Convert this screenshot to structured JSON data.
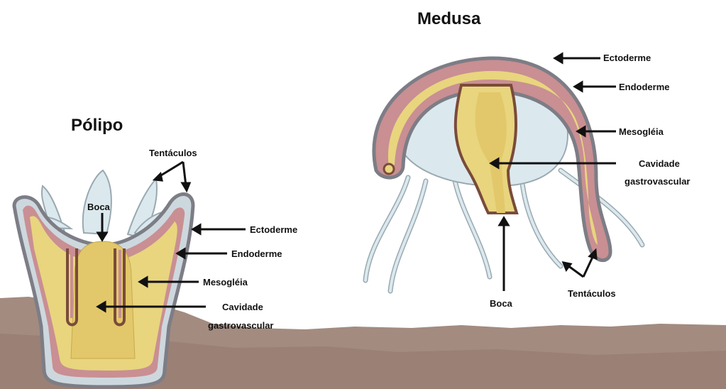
{
  "polipo": {
    "title": "Pólipo",
    "labels": {
      "tentaculos": "Tentáculos",
      "boca": "Boca",
      "ectoderme": "Ectoderme",
      "endoderme": "Endoderme",
      "mesogleia": "Mesogléia",
      "cavidade_1": "Cavidade",
      "cavidade_2": "gastrovascular"
    }
  },
  "medusa": {
    "title": "Medusa",
    "labels": {
      "ectoderme": "Ectoderme",
      "endoderme": "Endoderme",
      "mesogleia": "Mesogléia",
      "cavidade_1": "Cavidade",
      "cavidade_2": "gastrovascular",
      "boca": "Boca",
      "tentaculos": "Tentáculos"
    }
  },
  "colors": {
    "ectoderm_outline": "#7d7d86",
    "endoderm": "#c98f93",
    "mesoglea": "#e8d57e",
    "tissue_light": "#dbe9ee",
    "ground": "#a38b80"
  }
}
